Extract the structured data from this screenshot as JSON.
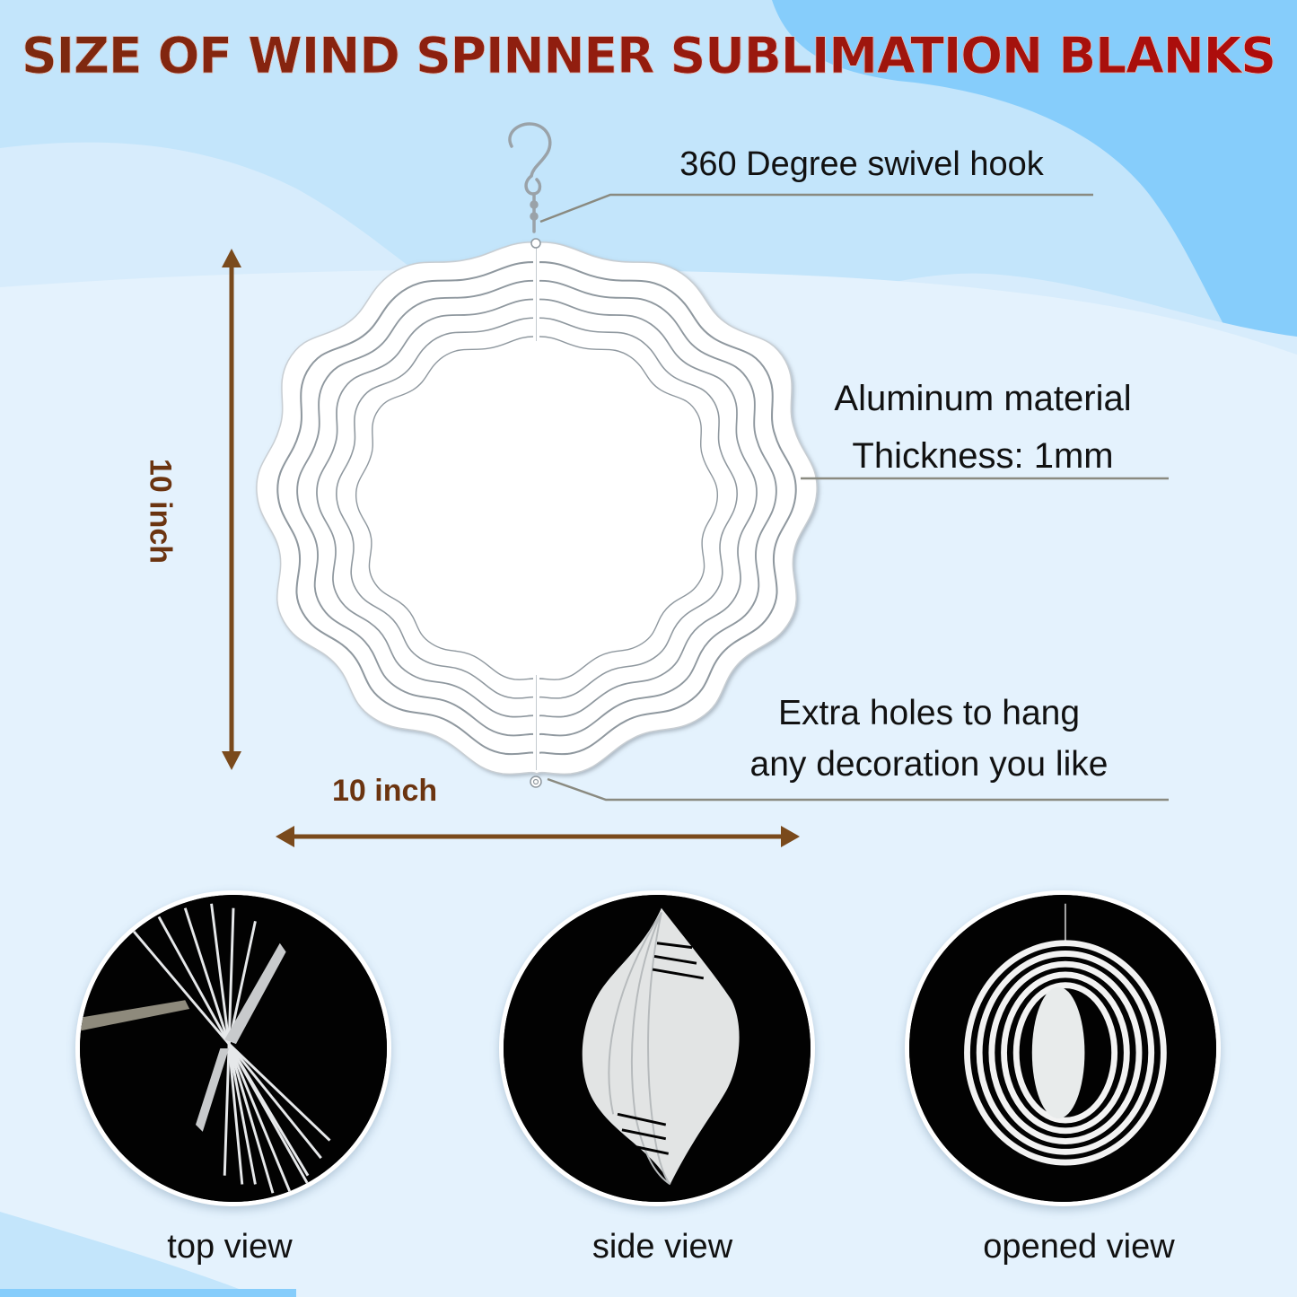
{
  "title": "SIZE OF WIND SPINNER SUBLIMATION BLANKS",
  "colors": {
    "title_start": "#7c2a0f",
    "title_end": "#b00b0b",
    "dimension_arrow": "#7a4a1c",
    "dimension_text": "#6b3410",
    "leader_line": "#8a8a80",
    "bg_light": "#e4f2fd",
    "bg_mid": "#c3e5fb",
    "bg_dark": "#86cdfb",
    "photo_bg": "#020202"
  },
  "product": {
    "name": "wind spinner blank",
    "rings": 6,
    "icon": "wind-spinner-icon"
  },
  "callouts": {
    "hook": {
      "text": "360 Degree swivel hook"
    },
    "material": {
      "line1": "Aluminum material",
      "line2": "Thickness: 1mm"
    },
    "holes": {
      "line1": "Extra holes to hang",
      "line2": "any decoration you like"
    }
  },
  "dimensions": {
    "height_label": "10 inch",
    "width_label": "10 inch"
  },
  "views": [
    {
      "label": "top view",
      "icon": "top-view-photo"
    },
    {
      "label": "side view",
      "icon": "side-view-photo"
    },
    {
      "label": "opened view",
      "icon": "opened-view-photo"
    }
  ]
}
